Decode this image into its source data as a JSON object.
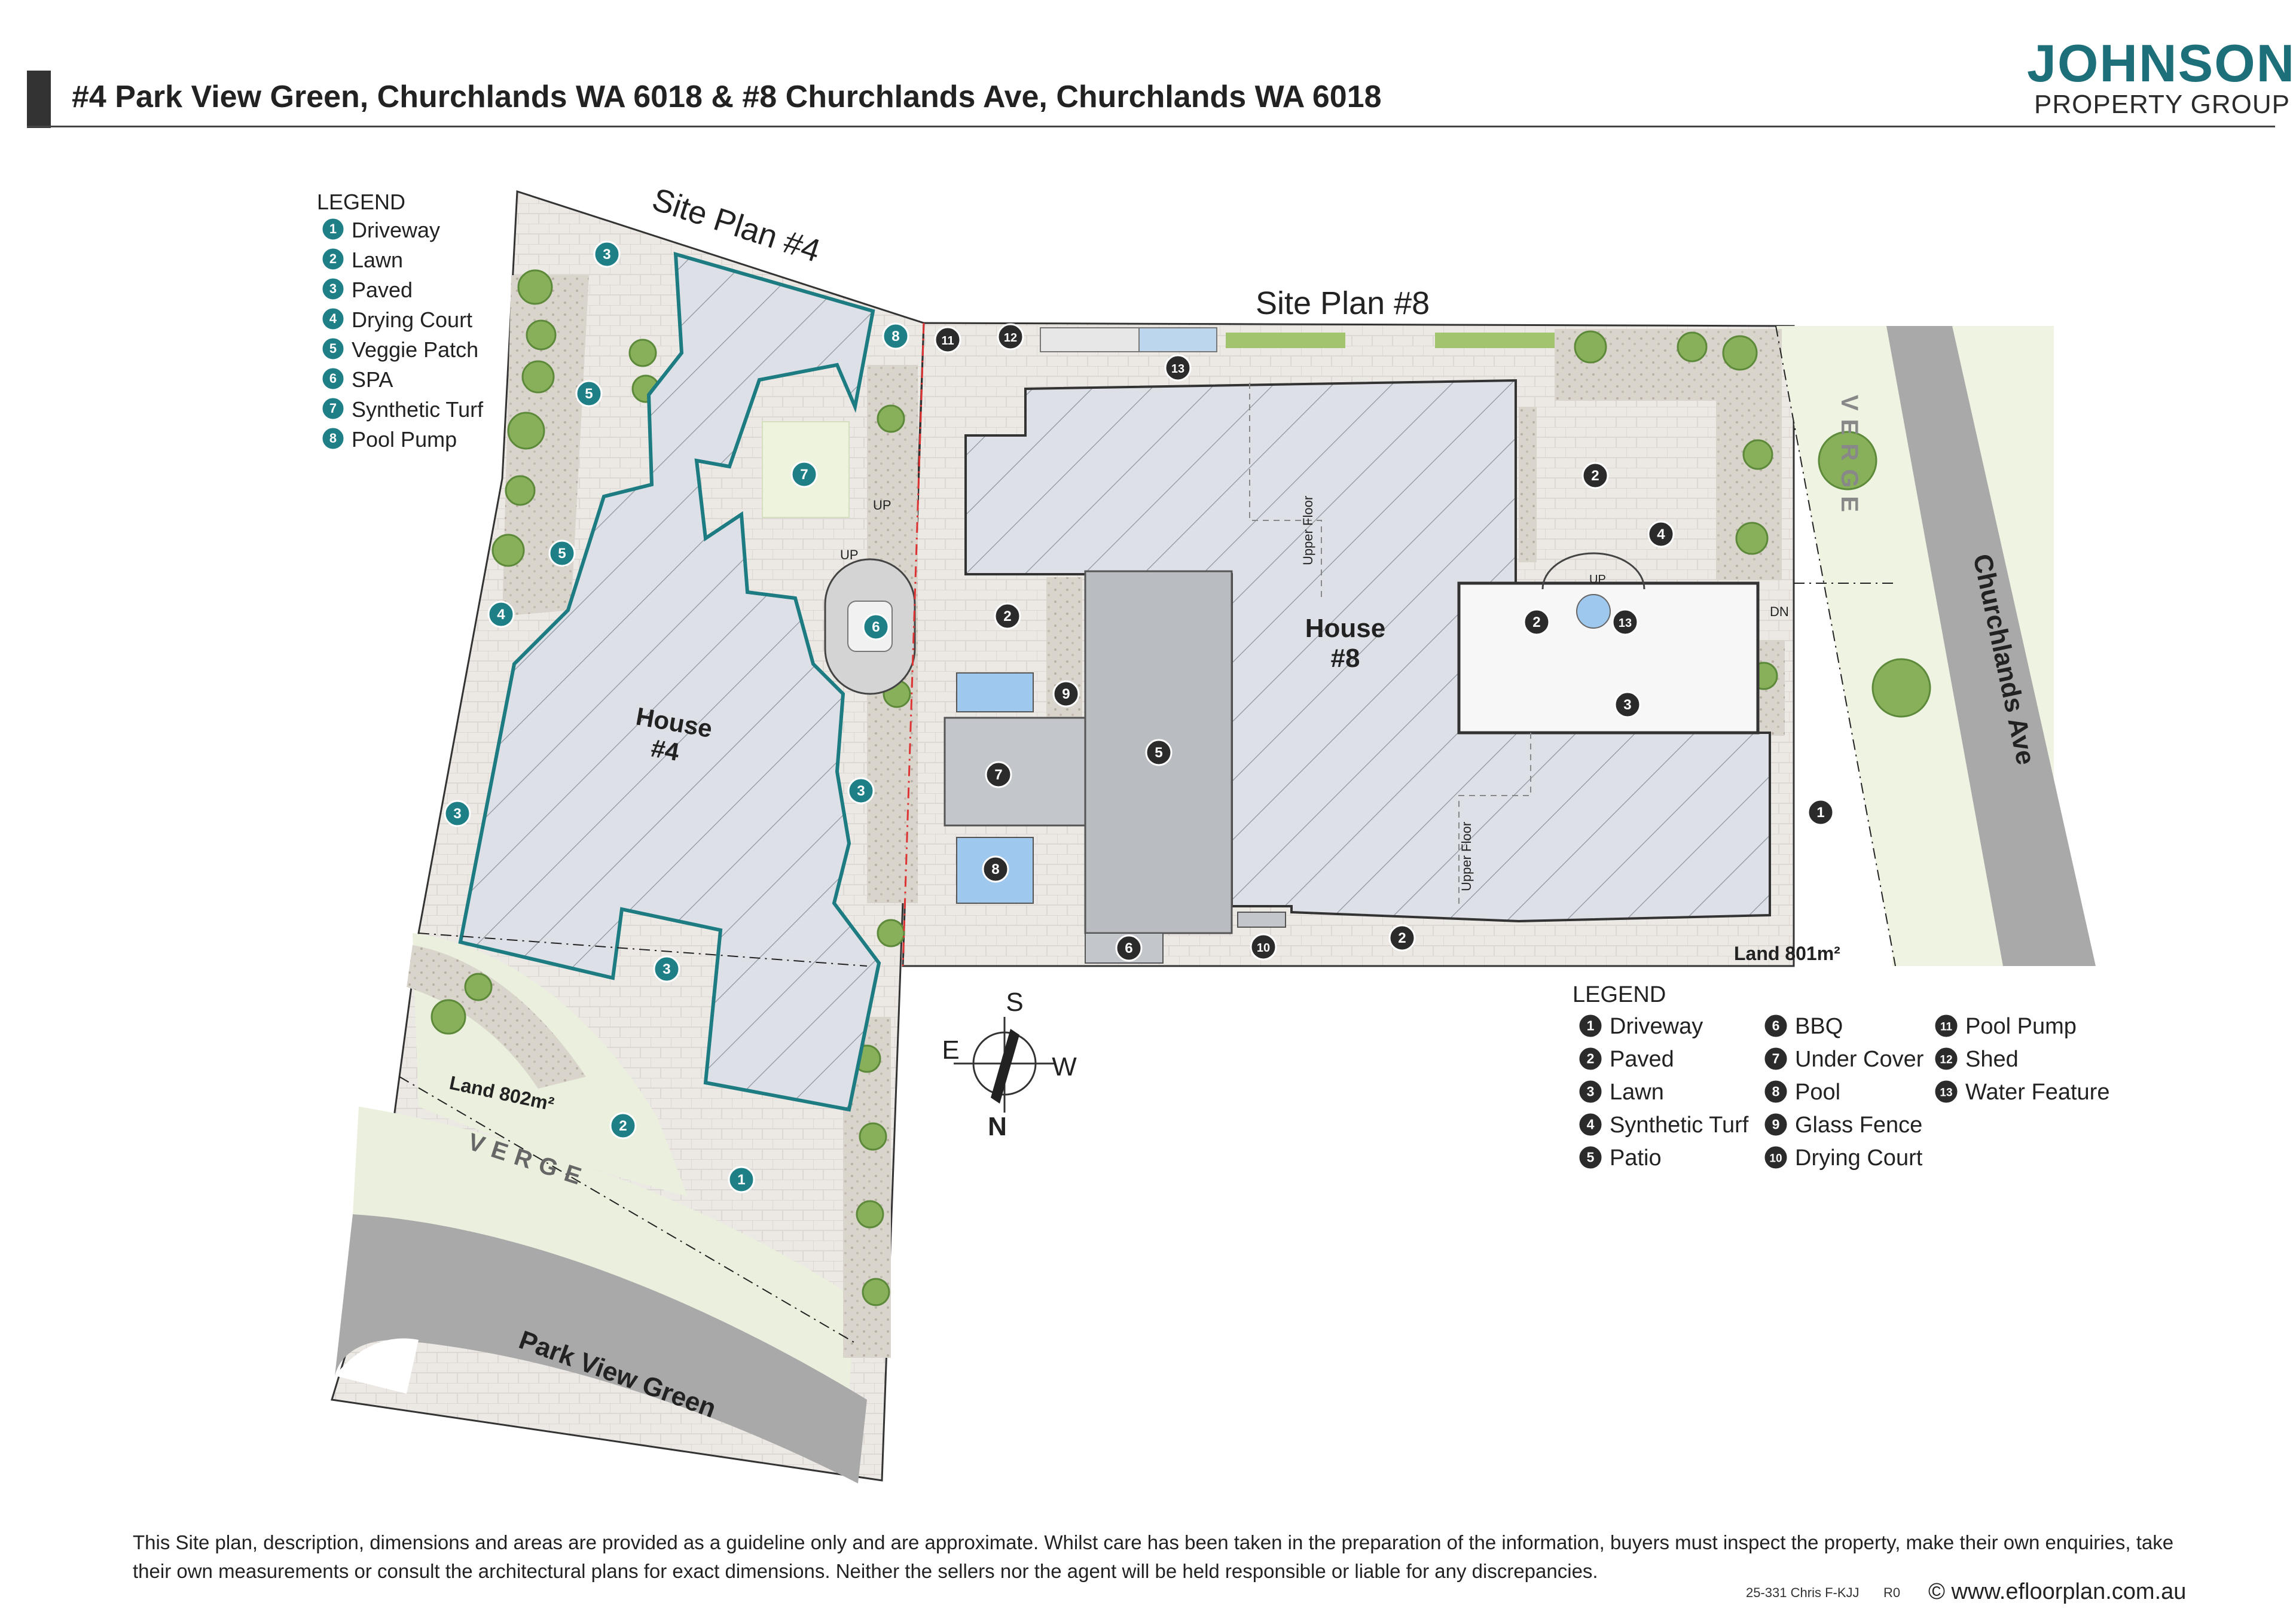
{
  "header": {
    "title": "#4 Park View Green, Churchlands WA 6018 & #8 Churchlands Ave, Churchlands WA 6018",
    "logo_name": "JOHNSON",
    "logo_sub": "PROPERTY GROUP",
    "accent_color": "#1d6f7a"
  },
  "plan4": {
    "title": "Site Plan #4",
    "house_label": "House",
    "house_num": "#4",
    "land": "Land 802m²",
    "verge": "VERGE",
    "street": "Park View Green",
    "up_label": "UP",
    "legend_heading": "LEGEND",
    "legend": [
      {
        "num": "1",
        "label": "Driveway"
      },
      {
        "num": "2",
        "label": "Lawn"
      },
      {
        "num": "3",
        "label": "Paved"
      },
      {
        "num": "4",
        "label": "Drying Court"
      },
      {
        "num": "5",
        "label": "Veggie Patch"
      },
      {
        "num": "6",
        "label": "SPA"
      },
      {
        "num": "7",
        "label": "Synthetic Turf"
      },
      {
        "num": "8",
        "label": "Pool Pump"
      }
    ],
    "marker_color": "#1f7f86"
  },
  "plan8": {
    "title": "Site Plan #8",
    "house_label": "House",
    "house_num": "#8",
    "land": "Land 801m²",
    "verge": "VERGE",
    "street": "Churchlands Ave",
    "upper_floor": "Upper Floor",
    "up_label": "UP",
    "dn_label": "DN",
    "legend_heading": "LEGEND",
    "legend": [
      {
        "num": "1",
        "label": "Driveway"
      },
      {
        "num": "2",
        "label": "Paved"
      },
      {
        "num": "3",
        "label": "Lawn"
      },
      {
        "num": "4",
        "label": "Synthetic Turf"
      },
      {
        "num": "5",
        "label": "Patio"
      },
      {
        "num": "6",
        "label": "BBQ"
      },
      {
        "num": "7",
        "label": "Under Cover"
      },
      {
        "num": "8",
        "label": "Pool"
      },
      {
        "num": "9",
        "label": "Glass Fence"
      },
      {
        "num": "10",
        "label": "Drying Court"
      },
      {
        "num": "11",
        "label": "Pool Pump"
      },
      {
        "num": "12",
        "label": "Shed"
      },
      {
        "num": "13",
        "label": "Water Feature"
      }
    ],
    "marker_color": "#2b2b2b"
  },
  "compass": {
    "s": "S",
    "e": "E",
    "w": "W",
    "n": "N"
  },
  "footer": {
    "disclaimer": "This Site plan, description, dimensions and areas are provided as a guideline only and are approximate. Whilst care has been taken in the preparation of the information, buyers must inspect the property, make their own enquiries, take their own measurements or consult the architectural plans for exact dimensions. Neither the sellers nor the agent will be held responsible or liable for any discrepancies.",
    "ref": "25-331 Chris F-KJJ",
    "rev": "R0",
    "copyright": "© www.efloorplan.com.au"
  }
}
